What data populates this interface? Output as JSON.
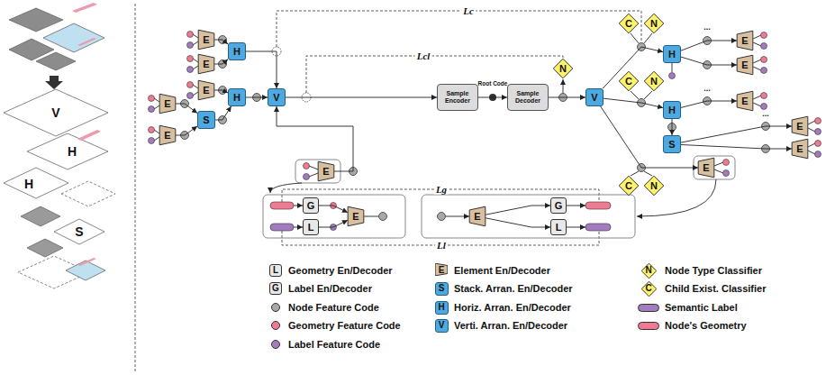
{
  "diagram": {
    "nodes": [
      {
        "text": [
          "E"
        ]
      },
      {
        "text": [
          "E"
        ]
      },
      {
        "text": [
          "H"
        ]
      },
      {
        "text": [
          "E"
        ]
      },
      {
        "text": [
          "E"
        ]
      },
      {
        "text": [
          "E"
        ]
      },
      {
        "text": [
          "S"
        ]
      },
      {
        "text": [
          "H"
        ]
      },
      {
        "text": [
          "V"
        ]
      },
      {
        "text": [
          "E"
        ]
      },
      {
        "text": [
          "Sample Encoder"
        ]
      },
      {
        "text": [
          "Sample Decoder"
        ]
      },
      {
        "text": [
          "N"
        ]
      },
      {
        "text": [
          "V"
        ]
      },
      {
        "text": [
          "C"
        ]
      },
      {
        "text": [
          "N"
        ]
      },
      {
        "text": [
          "H"
        ]
      },
      {
        "text": [
          "C"
        ]
      },
      {
        "text": [
          "N"
        ]
      },
      {
        "text": [
          "H"
        ]
      },
      {
        "text": [
          "S"
        ]
      },
      {
        "text": [
          "E"
        ]
      },
      {
        "text": [
          "E"
        ]
      },
      {
        "text": [
          "E"
        ]
      },
      {
        "text": [
          "E"
        ]
      },
      {
        "text": [
          "E"
        ]
      },
      {
        "text": [
          "E"
        ]
      },
      {
        "text": [
          "C"
        ]
      },
      {
        "text": [
          "N"
        ]
      },
      {
        "text": [
          "G"
        ]
      },
      {
        "text": [
          "L"
        ]
      },
      {
        "text": [
          "E"
        ]
      },
      {
        "text": [
          "E"
        ]
      },
      {
        "text": [
          "G"
        ]
      },
      {
        "text": [
          "L"
        ]
      }
    ],
    "edges": [
      {
        "from": 0,
        "to": 2,
        "arrow": "to"
      },
      {
        "from": 1,
        "to": 2,
        "arrow": "to"
      },
      {
        "from": 3,
        "to": 7,
        "arrow": "to"
      },
      {
        "from": 4,
        "to": 6,
        "arrow": "to"
      },
      {
        "from": 5,
        "to": 6,
        "arrow": "to"
      },
      {
        "from": 6,
        "to": 7,
        "arrow": "to"
      },
      {
        "from": 2,
        "to": 8,
        "arrow": "to"
      },
      {
        "from": 7,
        "to": 8,
        "arrow": "to"
      },
      {
        "from": 9,
        "to": 8,
        "arrow": "to"
      },
      {
        "from": 8,
        "to": 10,
        "arrow": "to"
      },
      {
        "from": 10,
        "to": 11,
        "arrow": "to"
      },
      {
        "from": 11,
        "to": 13,
        "arrow": "to"
      },
      {
        "from": 13,
        "to": 16,
        "arrow": "to"
      },
      {
        "from": 13,
        "to": 19,
        "arrow": "to"
      },
      {
        "from": 13,
        "to": 26,
        "arrow": "to"
      },
      {
        "from": 16,
        "to": 21,
        "arrow": "to"
      },
      {
        "from": 16,
        "to": 22,
        "arrow": "to"
      },
      {
        "from": 19,
        "to": 23,
        "arrow": "to"
      },
      {
        "from": 19,
        "to": 20,
        "arrow": "to"
      },
      {
        "from": 20,
        "to": 24,
        "arrow": "to"
      },
      {
        "from": 20,
        "to": 25,
        "arrow": "to"
      },
      {
        "from": 29,
        "to": 31,
        "arrow": "to"
      },
      {
        "from": 30,
        "to": 31,
        "arrow": "to"
      },
      {
        "from": 32,
        "to": 33,
        "arrow": "to"
      },
      {
        "from": 32,
        "to": 34,
        "arrow": "to"
      }
    ],
    "labels": [
      "V",
      "H",
      "H",
      "S",
      "Lc",
      "Lcl",
      "Root Code",
      "...",
      "...",
      "...",
      "Lg",
      "Ll",
      "L",
      "G",
      "E",
      "S",
      "H",
      "V",
      "N",
      "C"
    ],
    "legend": [
      {
        "text": "Geometry En/Decoder"
      },
      {
        "text": "Label En/Decoder"
      },
      {
        "text": "Node Feature Code",
        "color": "#a8a8a8"
      },
      {
        "text": "Geometry Feature Code",
        "color": "#ee7a93"
      },
      {
        "text": "Label Feature Code",
        "color": "#a37bbf"
      },
      {
        "text": "Element En/Decoder"
      },
      {
        "text": "Stack. Arran. En/Decoder"
      },
      {
        "text": "Horiz. Arran. En/Decoder"
      },
      {
        "text": "Verti. Arran. En/Decoder"
      },
      {
        "text": "Node Type Classifier"
      },
      {
        "text": "Child Exist. Classifier"
      },
      {
        "text": "Semantic Label",
        "color": "#a37bbf"
      },
      {
        "text": "Node's Geometry",
        "color": "#ee7a93"
      }
    ]
  }
}
